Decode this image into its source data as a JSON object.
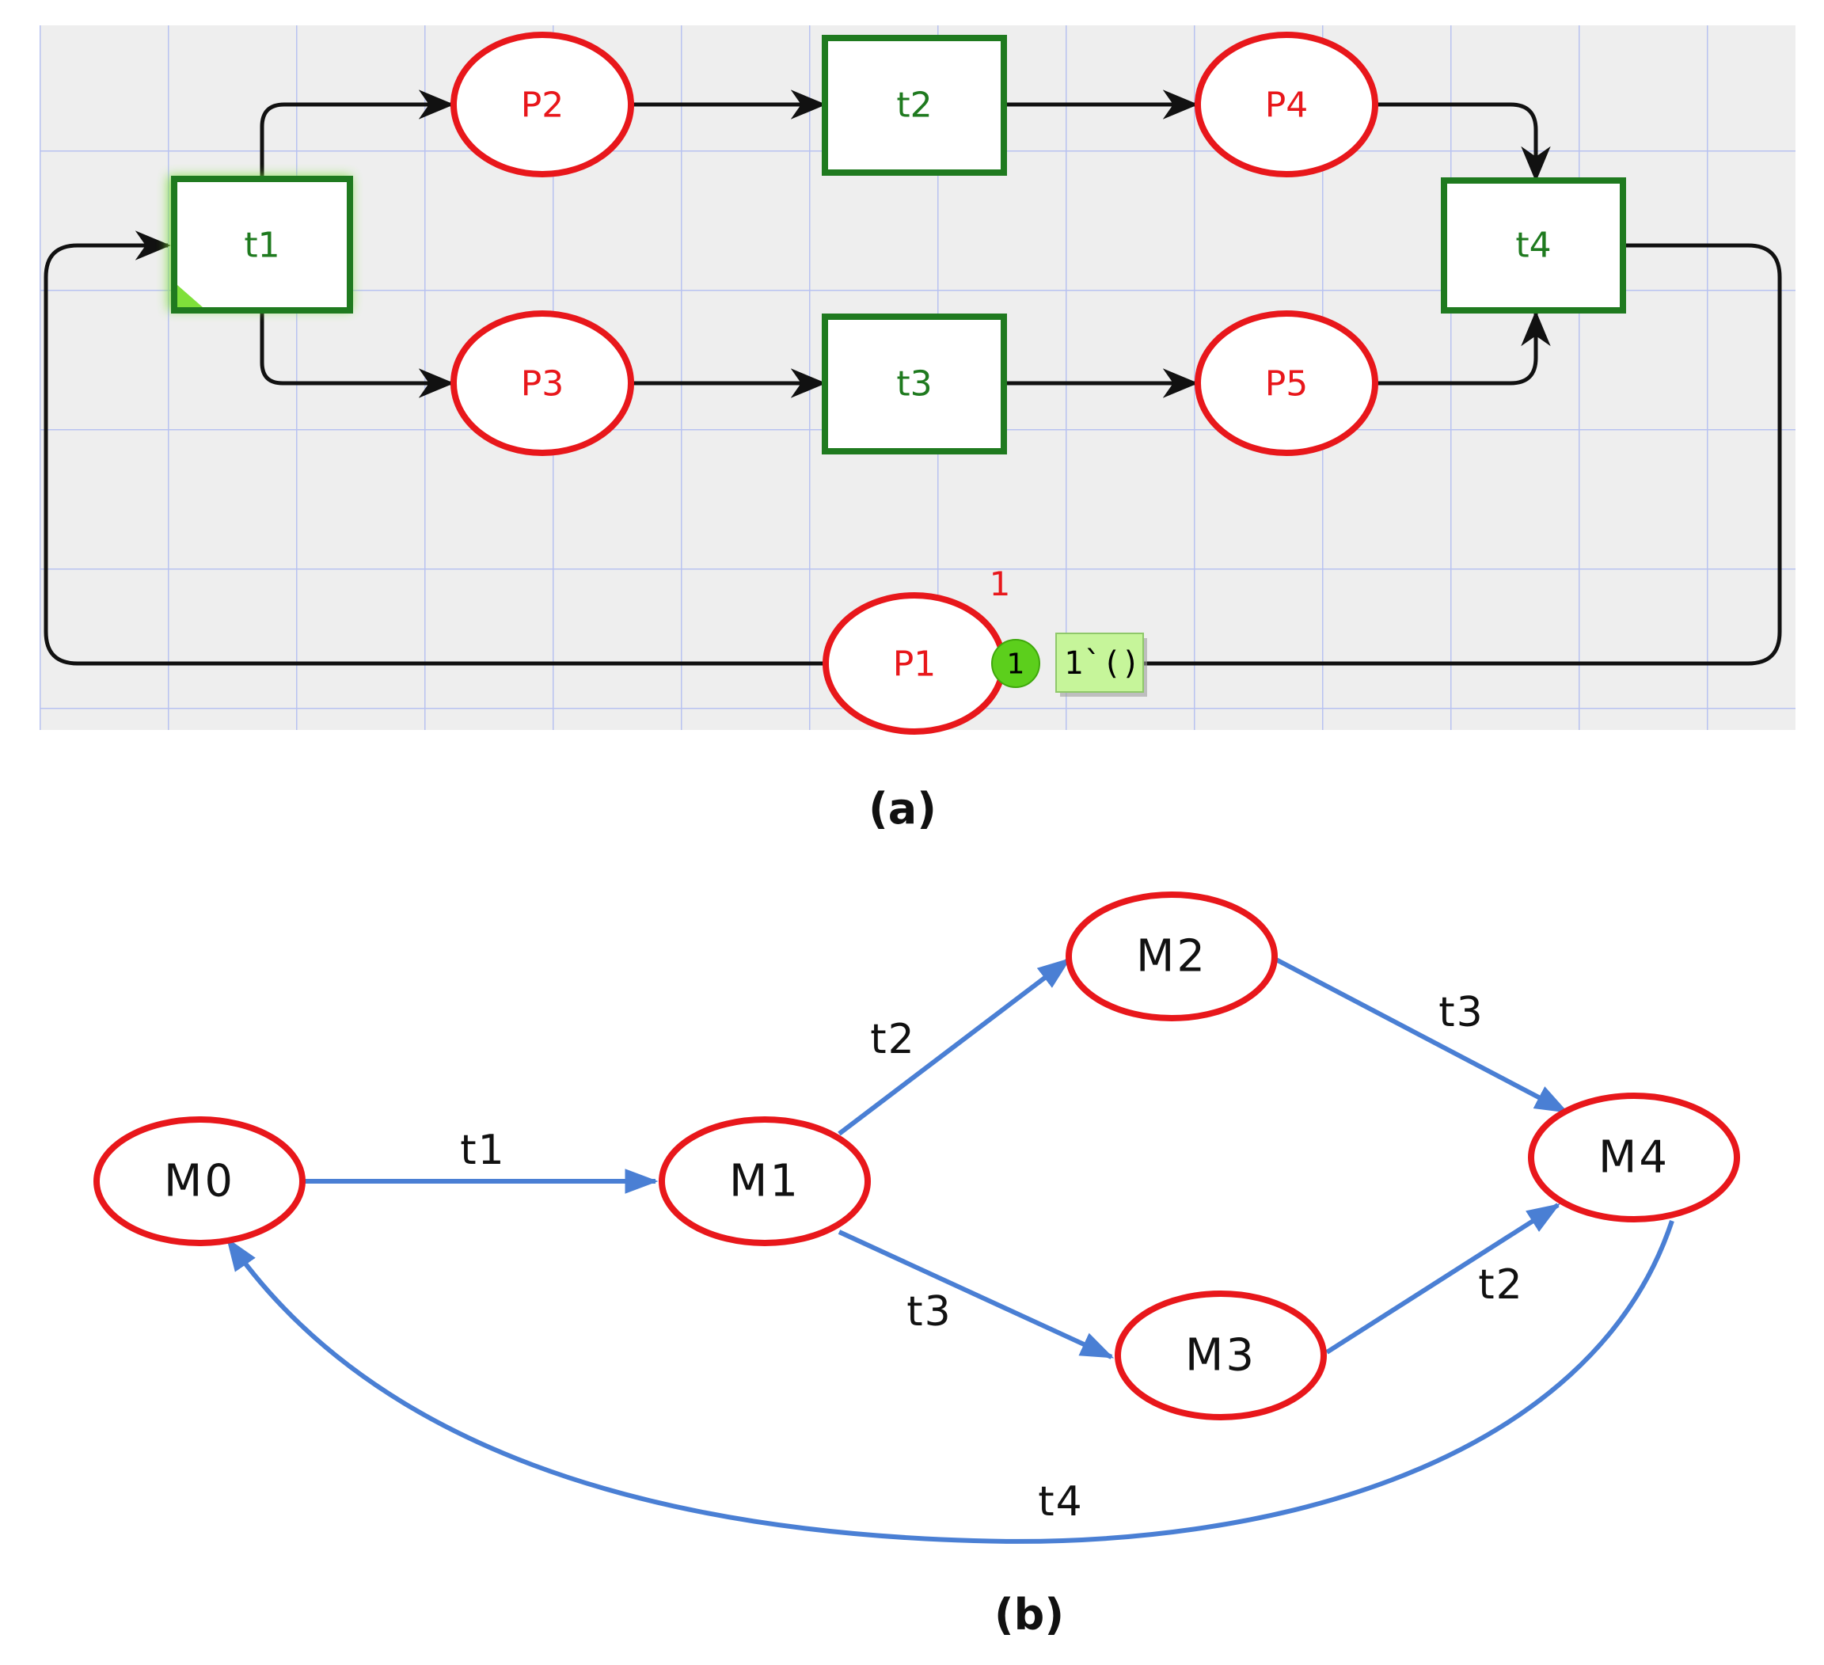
{
  "panel_a": {
    "caption": "(a)",
    "places": {
      "p1": "P1",
      "p2": "P2",
      "p3": "P3",
      "p4": "P4",
      "p5": "P5"
    },
    "transitions": {
      "t1": "t1",
      "t2": "t2",
      "t3": "t3",
      "t4": "t4"
    },
    "marking": {
      "count": "1",
      "token_badge": "1",
      "token_value": "1`()"
    },
    "colors": {
      "place": "#e8171b",
      "transition": "#1f7a1f",
      "enabled_glow": "#7fe03a",
      "token": "#5ccf1c",
      "token_box": "#c6f59a",
      "grid": "#b8c2f0",
      "canvas": "#eeeeee"
    }
  },
  "panel_b": {
    "caption": "(b)",
    "states": {
      "m0": "M0",
      "m1": "M1",
      "m2": "M2",
      "m3": "M3",
      "m4": "M4"
    },
    "edges": {
      "m0_m1": "t1",
      "m1_m2": "t2",
      "m1_m3": "t3",
      "m2_m4": "t3",
      "m3_m4": "t2",
      "m4_m0": "t4"
    },
    "colors": {
      "state": "#e8171b",
      "edge": "#4a7fd4"
    }
  }
}
